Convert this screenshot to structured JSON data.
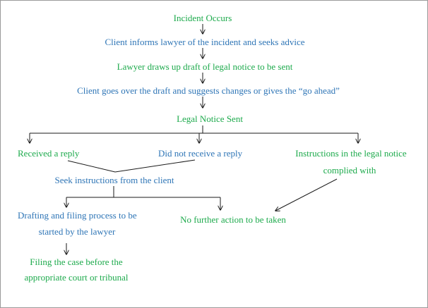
{
  "colors": {
    "green": "#1daa4c",
    "blue": "#2e75b6",
    "lines": "#1a1a1a",
    "border": "#9a9a9a"
  },
  "nodes": {
    "incident": "Incident Occurs",
    "client_informs": "Client informs lawyer of the incident and seeks advice",
    "lawyer_drafts": "Lawyer draws up draft of legal notice to be sent",
    "client_reviews": "Client goes over the draft and suggests changes or gives the “go ahead”",
    "notice_sent": "Legal Notice Sent",
    "received_reply": "Received a reply",
    "no_reply": "Did not receive a reply",
    "complied_line1": "Instructions in the legal notice",
    "complied_line2": "complied with",
    "seek_instructions": "Seek instructions from the client",
    "drafting_line1": "Drafting and filing process to be",
    "drafting_line2": "started by the lawyer",
    "no_action": "No further action to be taken",
    "filing_line1": "Filing the case before the",
    "filing_line2": "appropriate court or tribunal"
  }
}
